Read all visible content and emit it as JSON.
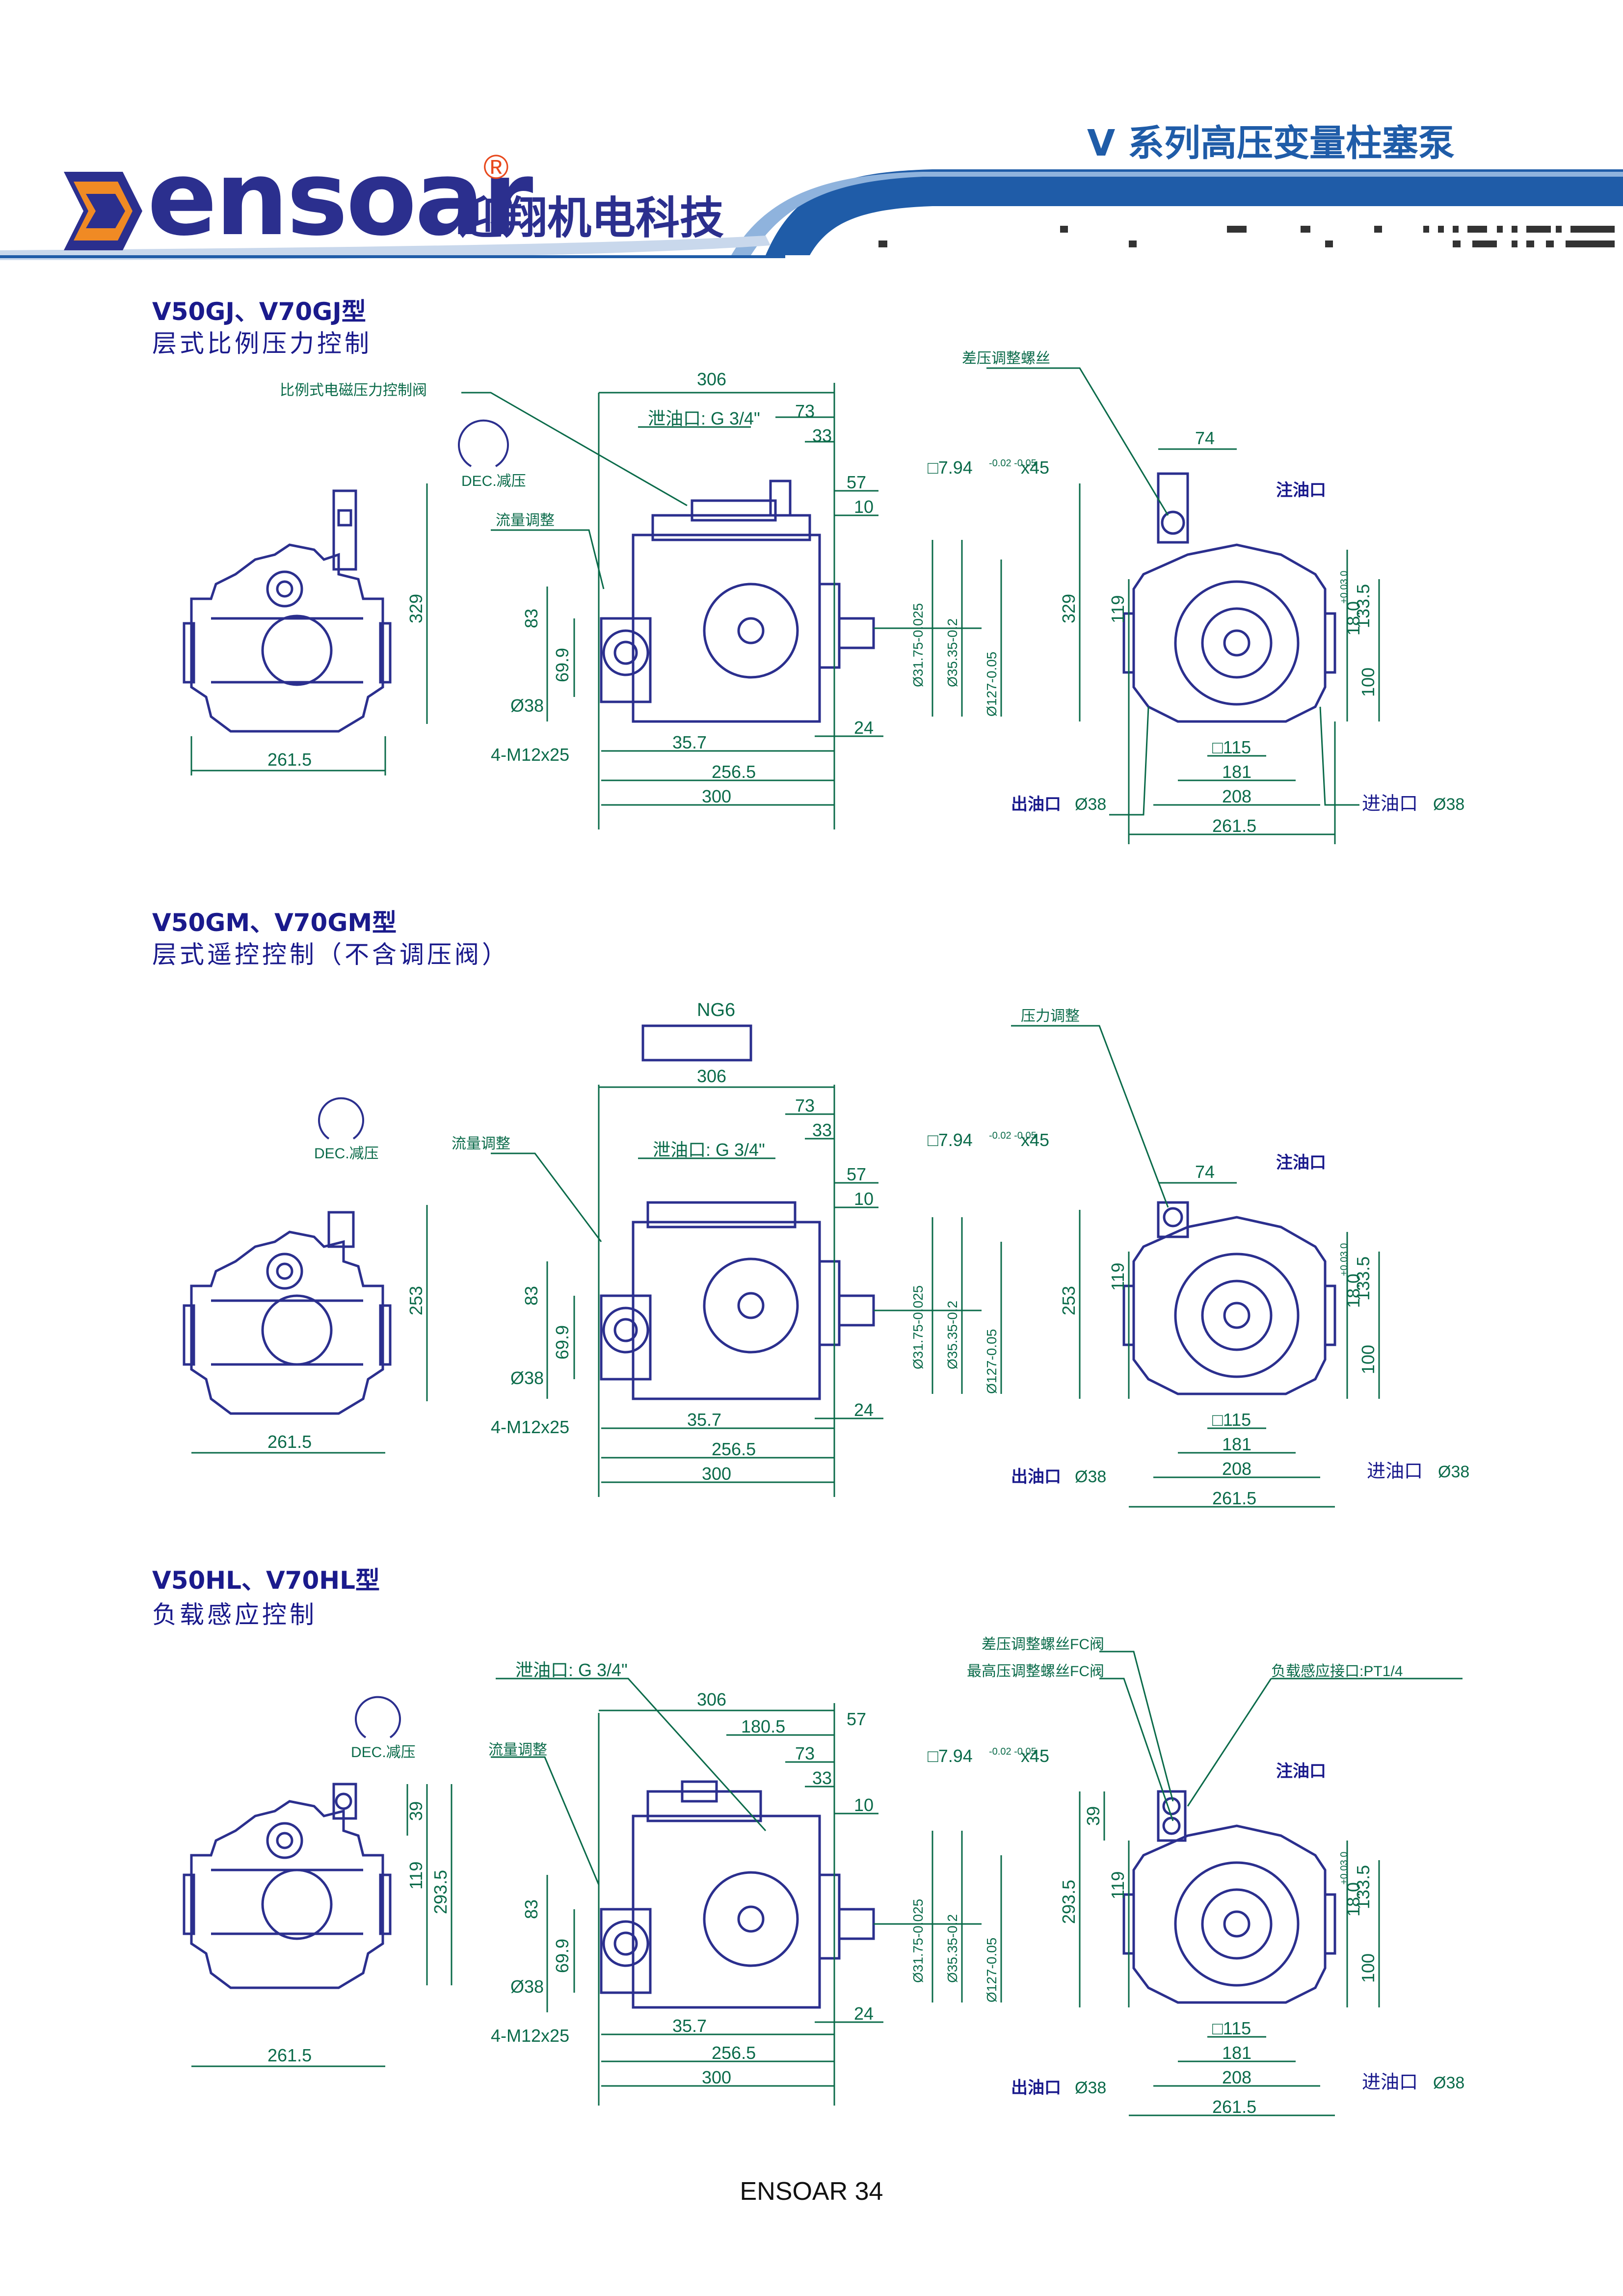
{
  "header": {
    "brand": "ensoar",
    "registered": "®",
    "brand_cn": "迎翔机电科技",
    "series_title": "V 系列高压变量柱塞泵"
  },
  "footer": {
    "text": "ENSOAR  34"
  },
  "sections": [
    {
      "title": "V50GJ、V70GJ型",
      "subtitle": "层式比例压力控制",
      "labels": {
        "dec": "DEC.减压",
        "valve": "比例式电磁压力控制阀",
        "flow": "流量调整",
        "drain": "泄油口: G 3/4\"",
        "diff": "差压调整螺丝",
        "fill": "注油口",
        "outlet": "出油口",
        "inlet": "进油口"
      },
      "dims": {
        "d306": "306",
        "d73": "73",
        "d33": "33",
        "d57": "57",
        "d10": "10",
        "key": "□7.94",
        "key_tol": "-0.02 -0.05",
        "key_x": "x45",
        "d31": "Ø31.75-0.025",
        "d35": "Ø35.35-0.2",
        "d127": "Ø127-0.05",
        "zero": "0",
        "h_side": "329",
        "d83": "83",
        "d69": "69.9",
        "d38": "Ø38",
        "m12": "4-M12x25",
        "d35_7": "35.7",
        "d256": "256.5",
        "d300": "300",
        "d24": "24",
        "w_left": "261.5",
        "d74": "74",
        "h_right": "329",
        "d119": "119",
        "d133": "133.5",
        "d18": "18.0",
        "d18_tol": "+0.03 0",
        "d100": "100",
        "sq115": "□115",
        "d181": "181",
        "d208": "208",
        "w_right": "261.5",
        "outlet_d": "Ø38",
        "inlet_d": "Ø38"
      }
    },
    {
      "title": "V50GM、V70GM型",
      "subtitle": "层式遥控控制（不含调压阀）",
      "labels": {
        "dec": "DEC.减压",
        "ng6": "NG6",
        "flow": "流量调整",
        "drain": "泄油口: G 3/4\"",
        "pressure": "压力调整",
        "fill": "注油口",
        "outlet": "出油口",
        "inlet": "进油口"
      },
      "dims": {
        "d306": "306",
        "d73": "73",
        "d33": "33",
        "d57": "57",
        "d10": "10",
        "key": "□7.94",
        "key_tol": "-0.02 -0.05",
        "key_x": "x45",
        "d31": "Ø31.75-0.025",
        "d35": "Ø35.35-0.2",
        "d127": "Ø127-0.05",
        "zero": "0",
        "h_side": "253",
        "d83": "83",
        "d69": "69.9",
        "d38": "Ø38",
        "m12": "4-M12x25",
        "d35_7": "35.7",
        "d256": "256.5",
        "d300": "300",
        "d24": "24",
        "w_left": "261.5",
        "d74": "74",
        "h_right": "253",
        "d119": "119",
        "d133": "133.5",
        "d18": "18.0",
        "d18_tol": "+0.03 0",
        "d100": "100",
        "sq115": "□115",
        "d181": "181",
        "d208": "208",
        "w_right": "261.5",
        "outlet_d": "Ø38",
        "inlet_d": "Ø38"
      }
    },
    {
      "title": "V50HL、V70HL型",
      "subtitle": "负载感应控制",
      "labels": {
        "dec": "DEC.减压",
        "drain": "泄油口: G 3/4\"",
        "flow": "流量调整",
        "diff_fc": "差压调整螺丝FC阀",
        "max_fc": "最高压调整螺丝FC阀",
        "load_port": "负载感应接口:PT1/4",
        "fill": "注油口",
        "outlet": "出油口",
        "inlet": "进油口"
      },
      "dims": {
        "d306": "306",
        "d180": "180.5",
        "d57": "57",
        "d73": "73",
        "d33": "33",
        "d10": "10",
        "key": "□7.94",
        "key_tol": "-0.02 -0.05",
        "key_x": "x45",
        "d31": "Ø31.75-0.025",
        "d35": "Ø35.35-0.2",
        "d127": "Ø127-0.05",
        "zero": "0",
        "d39": "39",
        "d119": "119",
        "d293": "293.5",
        "d83": "83",
        "d69": "69.9",
        "d38": "Ø38",
        "m12": "4-M12x25",
        "d35_7": "35.7",
        "d256": "256.5",
        "d300": "300",
        "d24": "24",
        "w_left": "261.5",
        "d133": "133.5",
        "d18": "18.0",
        "d18_tol": "+0.03 0",
        "d100": "100",
        "sq115": "□115",
        "d181": "181",
        "d208": "208",
        "w_right": "261.5",
        "outlet_d": "Ø38",
        "inlet_d": "Ø38"
      }
    }
  ]
}
